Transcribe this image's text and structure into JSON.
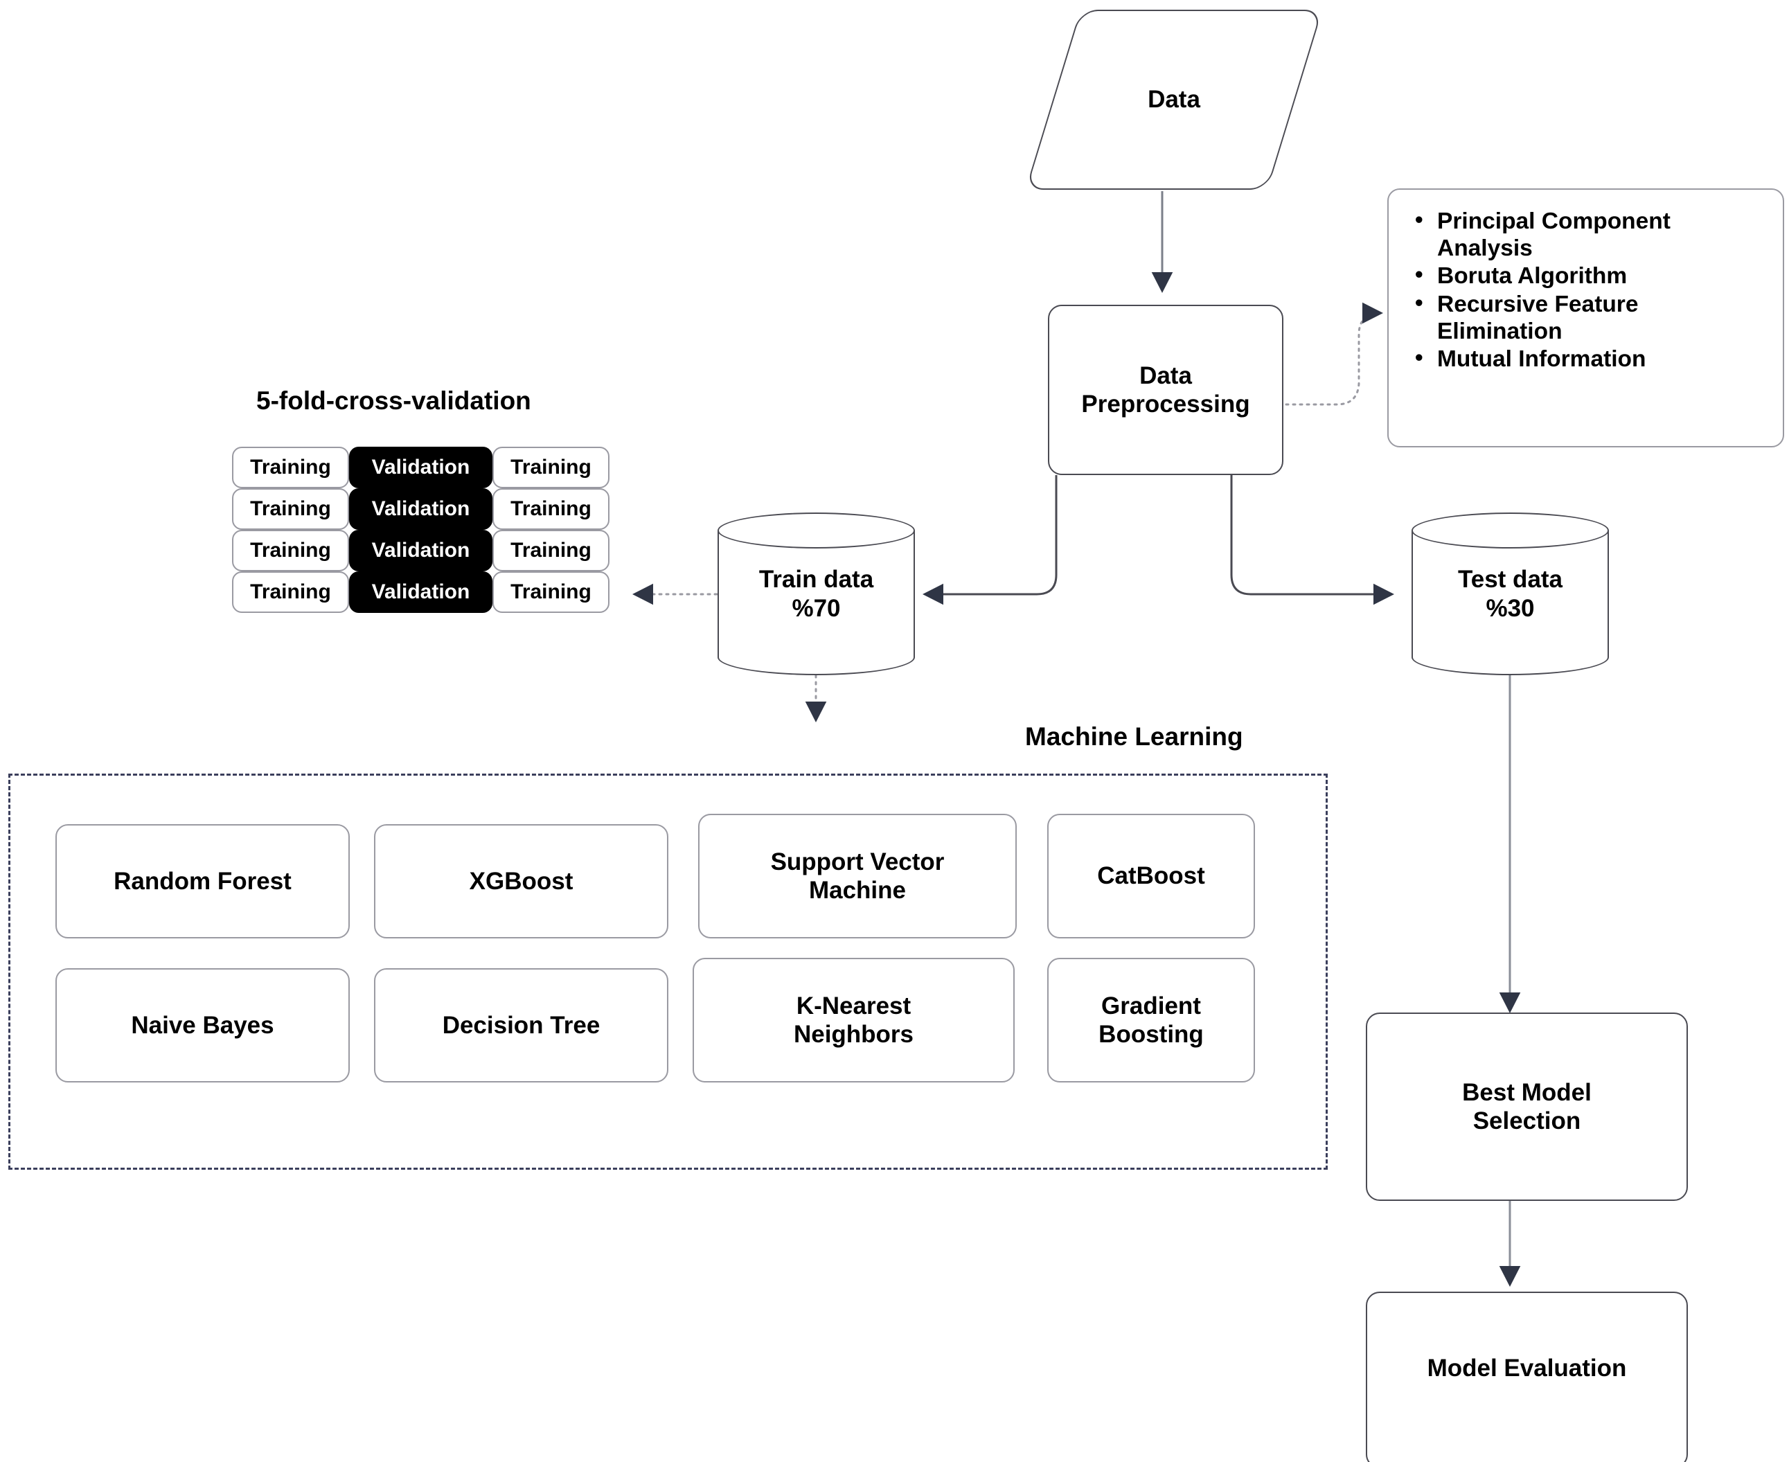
{
  "diagram": {
    "title": "Machine Learning Pipeline Flowchart",
    "colors": {
      "node_stroke": "#4a4a52",
      "soft_stroke": "#9a9aa2",
      "arrow_fill": "#2f3545",
      "dashed_container": "#3b3f5c",
      "validation_bg": "#000000",
      "validation_text": "#ffffff",
      "background": "#ffffff"
    }
  },
  "nodes": {
    "data": {
      "label": "Data",
      "shape": "parallelogram"
    },
    "preprocessing": {
      "label": "Data\nPreprocessing",
      "line1": "Data",
      "line2": "Preprocessing",
      "shape": "rounded-rect"
    },
    "train_data": {
      "line1": "Train data",
      "line2": "%70",
      "shape": "cylinder"
    },
    "test_data": {
      "line1": "Test data",
      "line2": "%30",
      "shape": "cylinder"
    },
    "best_model": {
      "line1": "Best Model",
      "line2": "Selection",
      "shape": "rounded-rect"
    },
    "model_eval": {
      "label": "Model Evaluation",
      "shape": "rounded-rect"
    }
  },
  "feature_selection": {
    "items": [
      "Principal Component Analysis",
      "Boruta Algorithm",
      "Recursive Feature Elimination",
      " Mutual Information"
    ]
  },
  "cross_validation": {
    "title": "5-fold-cross-validation",
    "column_labels": {
      "training": "Training",
      "validation": "Validation"
    },
    "rows": [
      [
        "Training",
        "Validation",
        "Training"
      ],
      [
        "Training",
        "Validation",
        "Training"
      ],
      [
        "Training",
        "Validation",
        "Training"
      ],
      [
        "Training",
        "Validation",
        "Training"
      ]
    ]
  },
  "machine_learning": {
    "title": "Machine Learning",
    "models_row1": [
      "Random Forest",
      "XGBoost",
      "Support Vector\nMachine",
      "CatBoost"
    ],
    "models_row2": [
      "Naive Bayes",
      "Decision Tree",
      "K-Nearest\nNeighbors",
      "Gradient\nBoosting"
    ],
    "models": [
      {
        "name": "Random Forest",
        "line1": "Random Forest",
        "line2": ""
      },
      {
        "name": "XGBoost",
        "line1": "XGBoost",
        "line2": ""
      },
      {
        "name": "Support Vector Machine",
        "line1": "Support Vector",
        "line2": "Machine"
      },
      {
        "name": "CatBoost",
        "line1": "CatBoost",
        "line2": ""
      },
      {
        "name": "Naive Bayes",
        "line1": "Naive Bayes",
        "line2": ""
      },
      {
        "name": "Decision Tree",
        "line1": "Decision Tree",
        "line2": ""
      },
      {
        "name": "K-Nearest Neighbors",
        "line1": "K-Nearest",
        "line2": "Neighbors"
      },
      {
        "name": "Gradient Boosting",
        "line1": "Gradient",
        "line2": "Boosting"
      }
    ]
  },
  "edges": [
    {
      "from": "data",
      "to": "preprocessing",
      "style": "solid"
    },
    {
      "from": "preprocessing",
      "to": "feature_selection",
      "style": "dotted"
    },
    {
      "from": "preprocessing",
      "to": "train_data",
      "style": "solid"
    },
    {
      "from": "preprocessing",
      "to": "test_data",
      "style": "solid"
    },
    {
      "from": "train_data",
      "to": "cross_validation",
      "style": "dotted"
    },
    {
      "from": "train_data",
      "to": "machine_learning",
      "style": "dotted"
    },
    {
      "from": "test_data",
      "to": "best_model",
      "style": "solid"
    },
    {
      "from": "best_model",
      "to": "model_eval",
      "style": "solid"
    }
  ]
}
